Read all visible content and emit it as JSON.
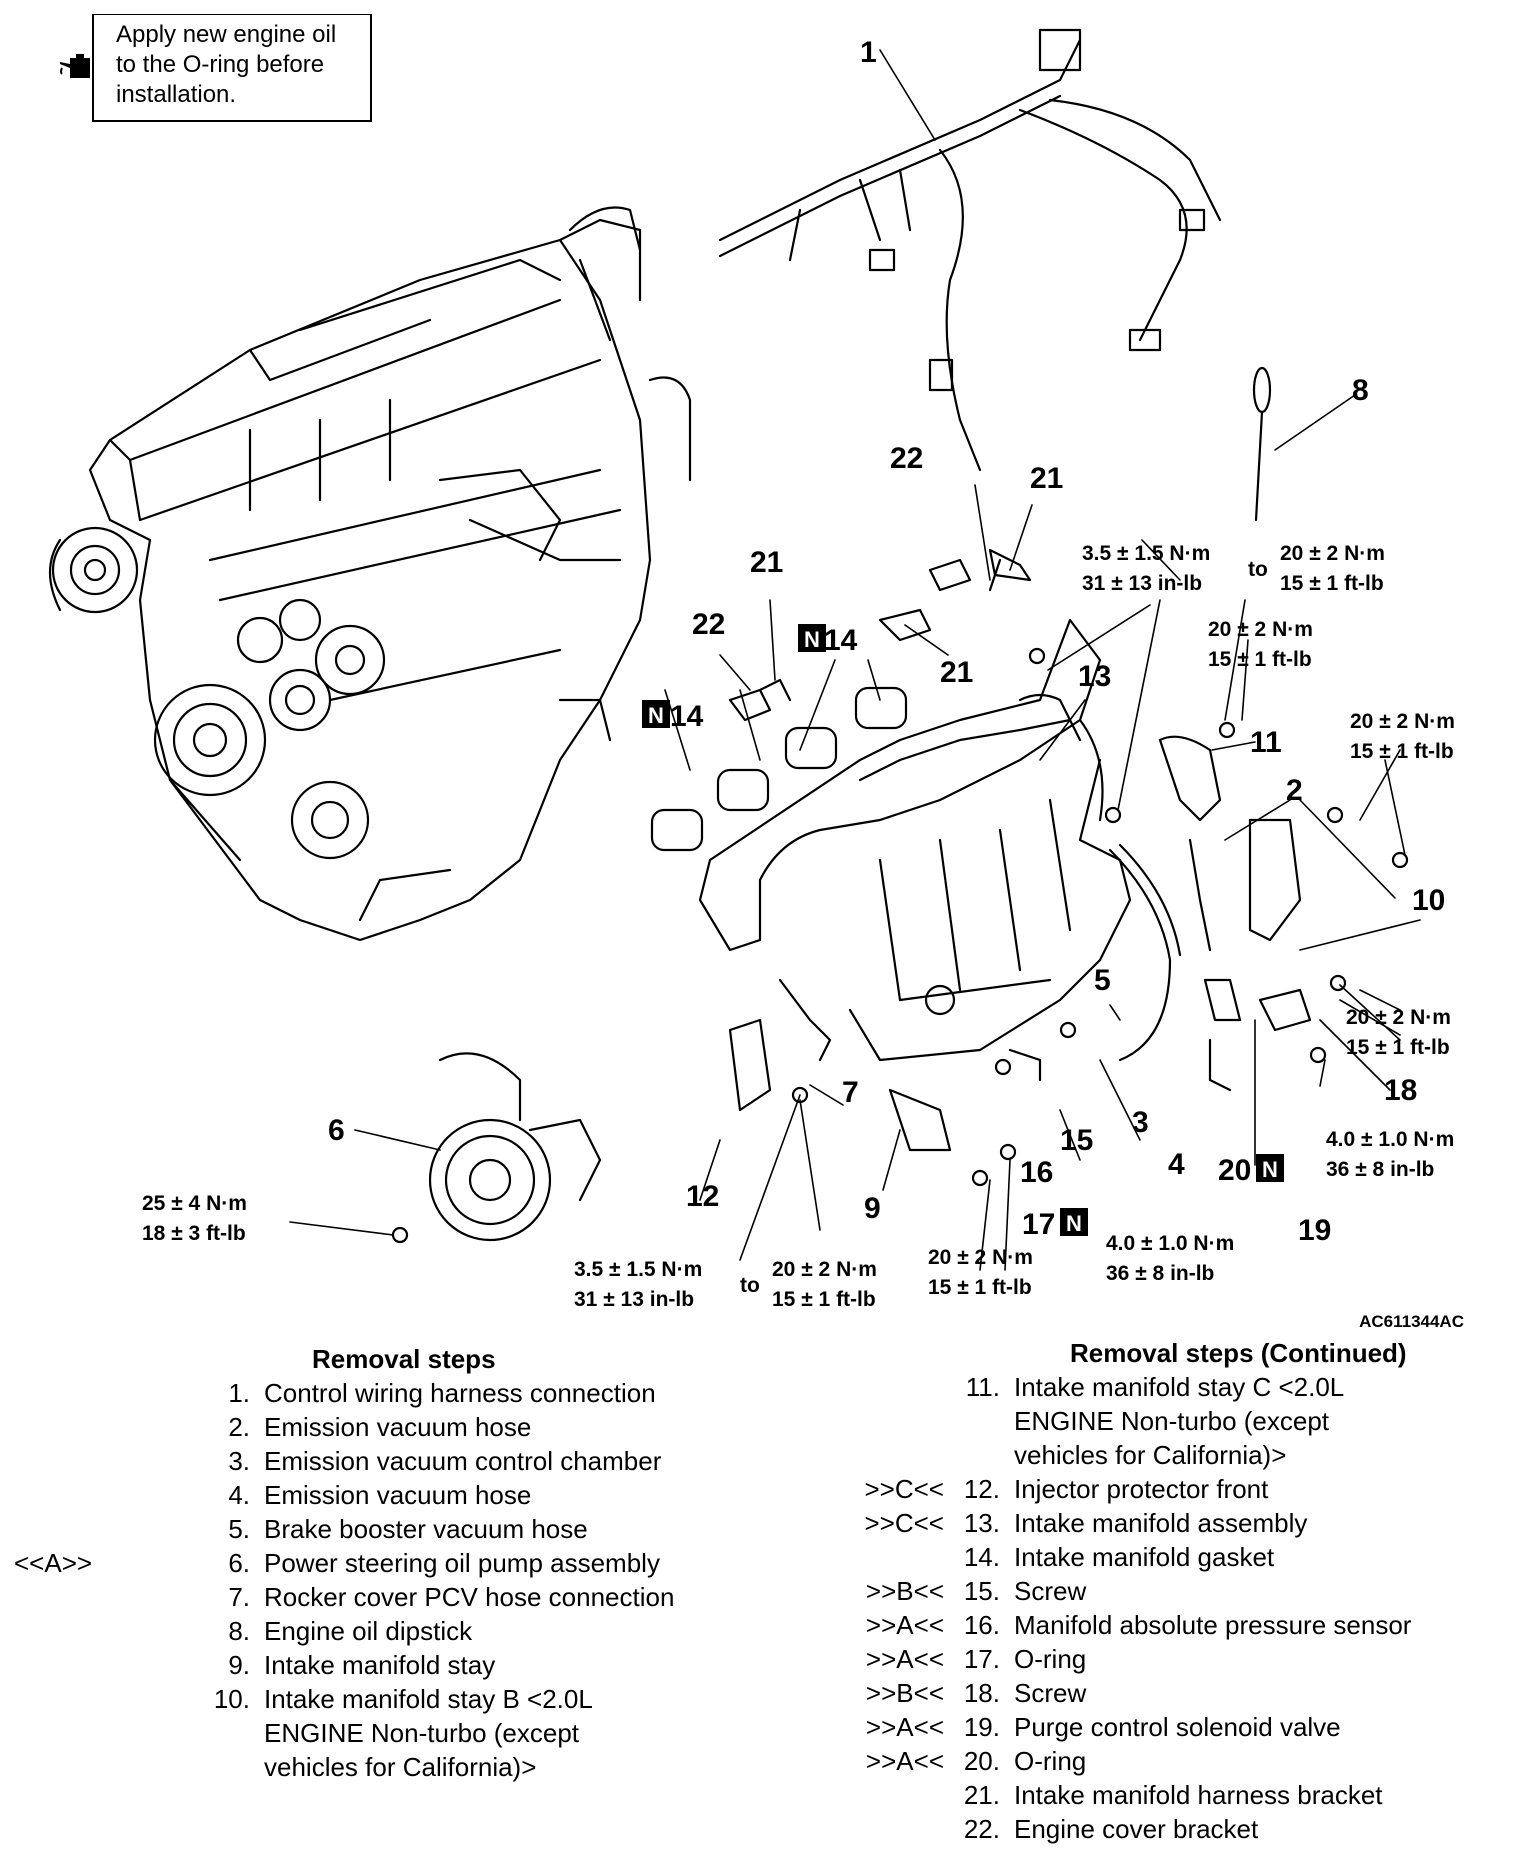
{
  "note": {
    "text": "Apply new engine oil\nto the O-ring before\ninstallation.",
    "icon": "oil-can-icon"
  },
  "diagram": {
    "figure_code": "AC611344AC",
    "callouts": {
      "c1": "1",
      "c2": "2",
      "c3": "3",
      "c4": "4",
      "c5": "5",
      "c6": "6",
      "c7": "7",
      "c8": "8",
      "c9": "9",
      "c10": "10",
      "c11": "11",
      "c12": "12",
      "c13": "13",
      "c14a": "14",
      "c14b": "14",
      "c15": "15",
      "c16": "16",
      "c17": "17",
      "c18": "18",
      "c19": "19",
      "c20": "20",
      "c21a": "21",
      "c21b": "21",
      "c21c": "21",
      "c22a": "22",
      "c22b": "22",
      "n_marker": "N"
    },
    "torques": {
      "t_top_a1": "3.5 ± 1.5 N·m",
      "t_top_a2": "31 ± 13 in-lb",
      "t_top_to": "to",
      "t_top_b1": "20 ± 2 N·m",
      "t_top_b2": "15 ± 1 ft-lb",
      "t_11_1": "20 ± 2 N·m",
      "t_11_2": "15 ± 1 ft-lb",
      "t_10a_1": "20 ± 2 N·m",
      "t_10a_2": "15 ± 1 ft-lb",
      "t_10b_1": "20 ± 2 N·m",
      "t_10b_2": "15 ± 1 ft-lb",
      "t_18_1": "4.0 ± 1.0 N·m",
      "t_18_2": "36 ± 8 in-lb",
      "t_6_1": "25 ± 4 N·m",
      "t_6_2": "18 ± 3 ft-lb",
      "t_bot_a1": "3.5 ± 1.5 N·m",
      "t_bot_a2": "31 ± 13 in-lb",
      "t_bot_to": "to",
      "t_bot_b1": "20 ± 2 N·m",
      "t_bot_b2": "15 ± 1 ft-lb",
      "t_9_1": "20 ± 2 N·m",
      "t_9_2": "15 ± 1 ft-lb",
      "t_15_1": "4.0 ± 1.0 N·m",
      "t_15_2": "36 ± 8 in-lb"
    }
  },
  "removal_left": {
    "heading": "Removal steps",
    "a_marker": "<<A>>",
    "steps": [
      {
        "num": "1.",
        "desc": "Control wiring harness connection",
        "mark": ""
      },
      {
        "num": "2.",
        "desc": "Emission vacuum hose",
        "mark": ""
      },
      {
        "num": "3.",
        "desc": "Emission vacuum control chamber",
        "mark": ""
      },
      {
        "num": "4.",
        "desc": "Emission vacuum hose",
        "mark": ""
      },
      {
        "num": "5.",
        "desc": "Brake booster vacuum hose",
        "mark": ""
      },
      {
        "num": "6.",
        "desc": "Power steering oil pump assembly",
        "mark": ""
      },
      {
        "num": "7.",
        "desc": "Rocker cover PCV hose connection",
        "mark": ""
      },
      {
        "num": "8.",
        "desc": "Engine oil dipstick",
        "mark": ""
      },
      {
        "num": "9.",
        "desc": "Intake manifold stay",
        "mark": ""
      },
      {
        "num": "10.",
        "desc": "Intake manifold stay B <2.0L\nENGINE Non-turbo (except\nvehicles for California)>",
        "mark": ""
      }
    ]
  },
  "removal_right": {
    "heading": "Removal steps (Continued)",
    "steps": [
      {
        "num": "11.",
        "desc": "Intake manifold stay C <2.0L\nENGINE Non-turbo (except\nvehicles for California)>",
        "mark": ""
      },
      {
        "num": "12.",
        "desc": "Injector protector front",
        "mark": ">>C<<"
      },
      {
        "num": "13.",
        "desc": "Intake manifold assembly",
        "mark": ">>C<<"
      },
      {
        "num": "14.",
        "desc": "Intake manifold gasket",
        "mark": ""
      },
      {
        "num": "15.",
        "desc": "Screw",
        "mark": ">>B<<"
      },
      {
        "num": "16.",
        "desc": "Manifold absolute pressure sensor",
        "mark": ">>A<<"
      },
      {
        "num": "17.",
        "desc": "O-ring",
        "mark": ">>A<<"
      },
      {
        "num": "18.",
        "desc": "Screw",
        "mark": ">>B<<"
      },
      {
        "num": "19.",
        "desc": "Purge control solenoid valve",
        "mark": ">>A<<"
      },
      {
        "num": "20.",
        "desc": "O-ring",
        "mark": ">>A<<"
      },
      {
        "num": "21.",
        "desc": "Intake manifold harness bracket",
        "mark": ""
      },
      {
        "num": "22.",
        "desc": "Engine cover bracket",
        "mark": ""
      }
    ]
  }
}
